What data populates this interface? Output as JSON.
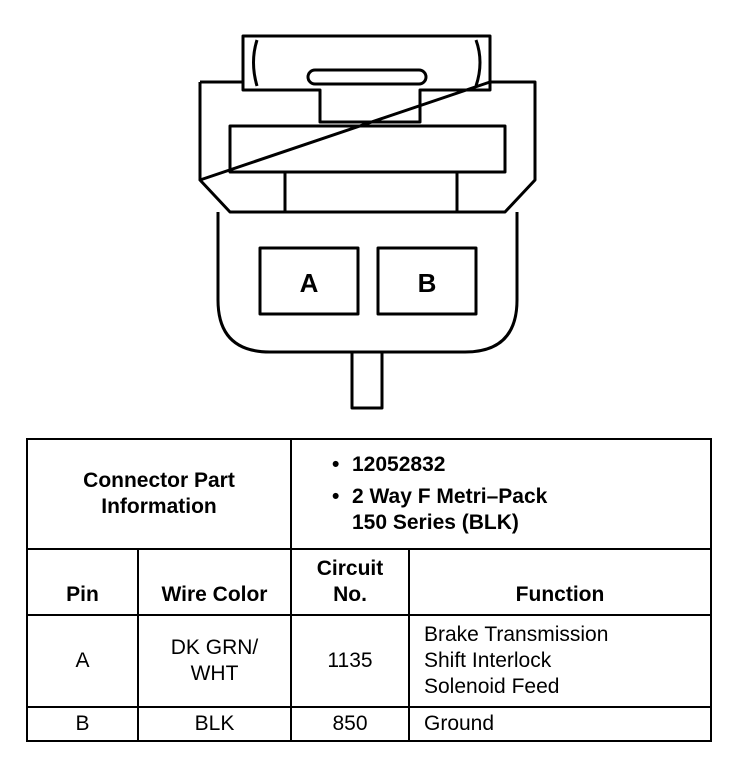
{
  "connector": {
    "cavities": [
      {
        "label": "A"
      },
      {
        "label": "B"
      }
    ]
  },
  "part_info": {
    "header_lines": [
      "Connector Part",
      "Information"
    ],
    "part_number": "12052832",
    "description_lines": [
      "2 Way F Metri–Pack",
      "150 Series (BLK)"
    ]
  },
  "columns": {
    "pin": "Pin",
    "wire_color": "Wire Color",
    "circuit_lines": [
      "Circuit",
      "No."
    ],
    "function": "Function"
  },
  "rows": [
    {
      "pin": "A",
      "wire_color_lines": [
        "DK GRN/",
        "WHT"
      ],
      "circuit": "1135",
      "function_lines": [
        "Brake Transmission",
        "Shift Interlock",
        "Solenoid Feed"
      ]
    },
    {
      "pin": "B",
      "wire_color_lines": [
        "BLK"
      ],
      "circuit": "850",
      "function_lines": [
        "Ground"
      ]
    }
  ]
}
